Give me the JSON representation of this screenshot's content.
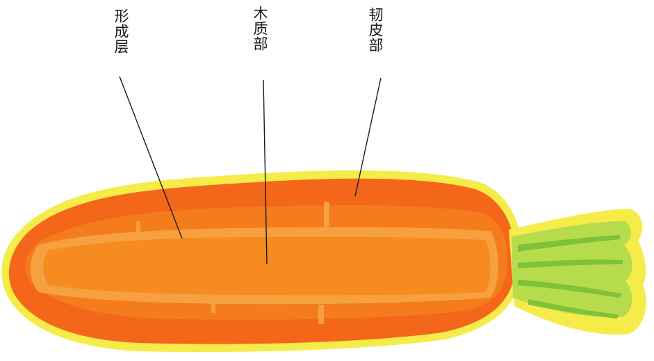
{
  "labels": {
    "cambium": "形成层",
    "xylem": "木质部",
    "phloem": "韧皮部"
  },
  "colors": {
    "glow": "#f5ec4a",
    "skin": "#f4661a",
    "phloem_band": "#f47c1c",
    "xylem_core": "#f68b1f",
    "cambium_ring": "#f6a040",
    "stem_light": "#b6dc4c",
    "stem_dark": "#7fc23a",
    "leader_line": "#1a1a1a"
  },
  "icons": [
    "carrot-cross-section-illustration"
  ]
}
